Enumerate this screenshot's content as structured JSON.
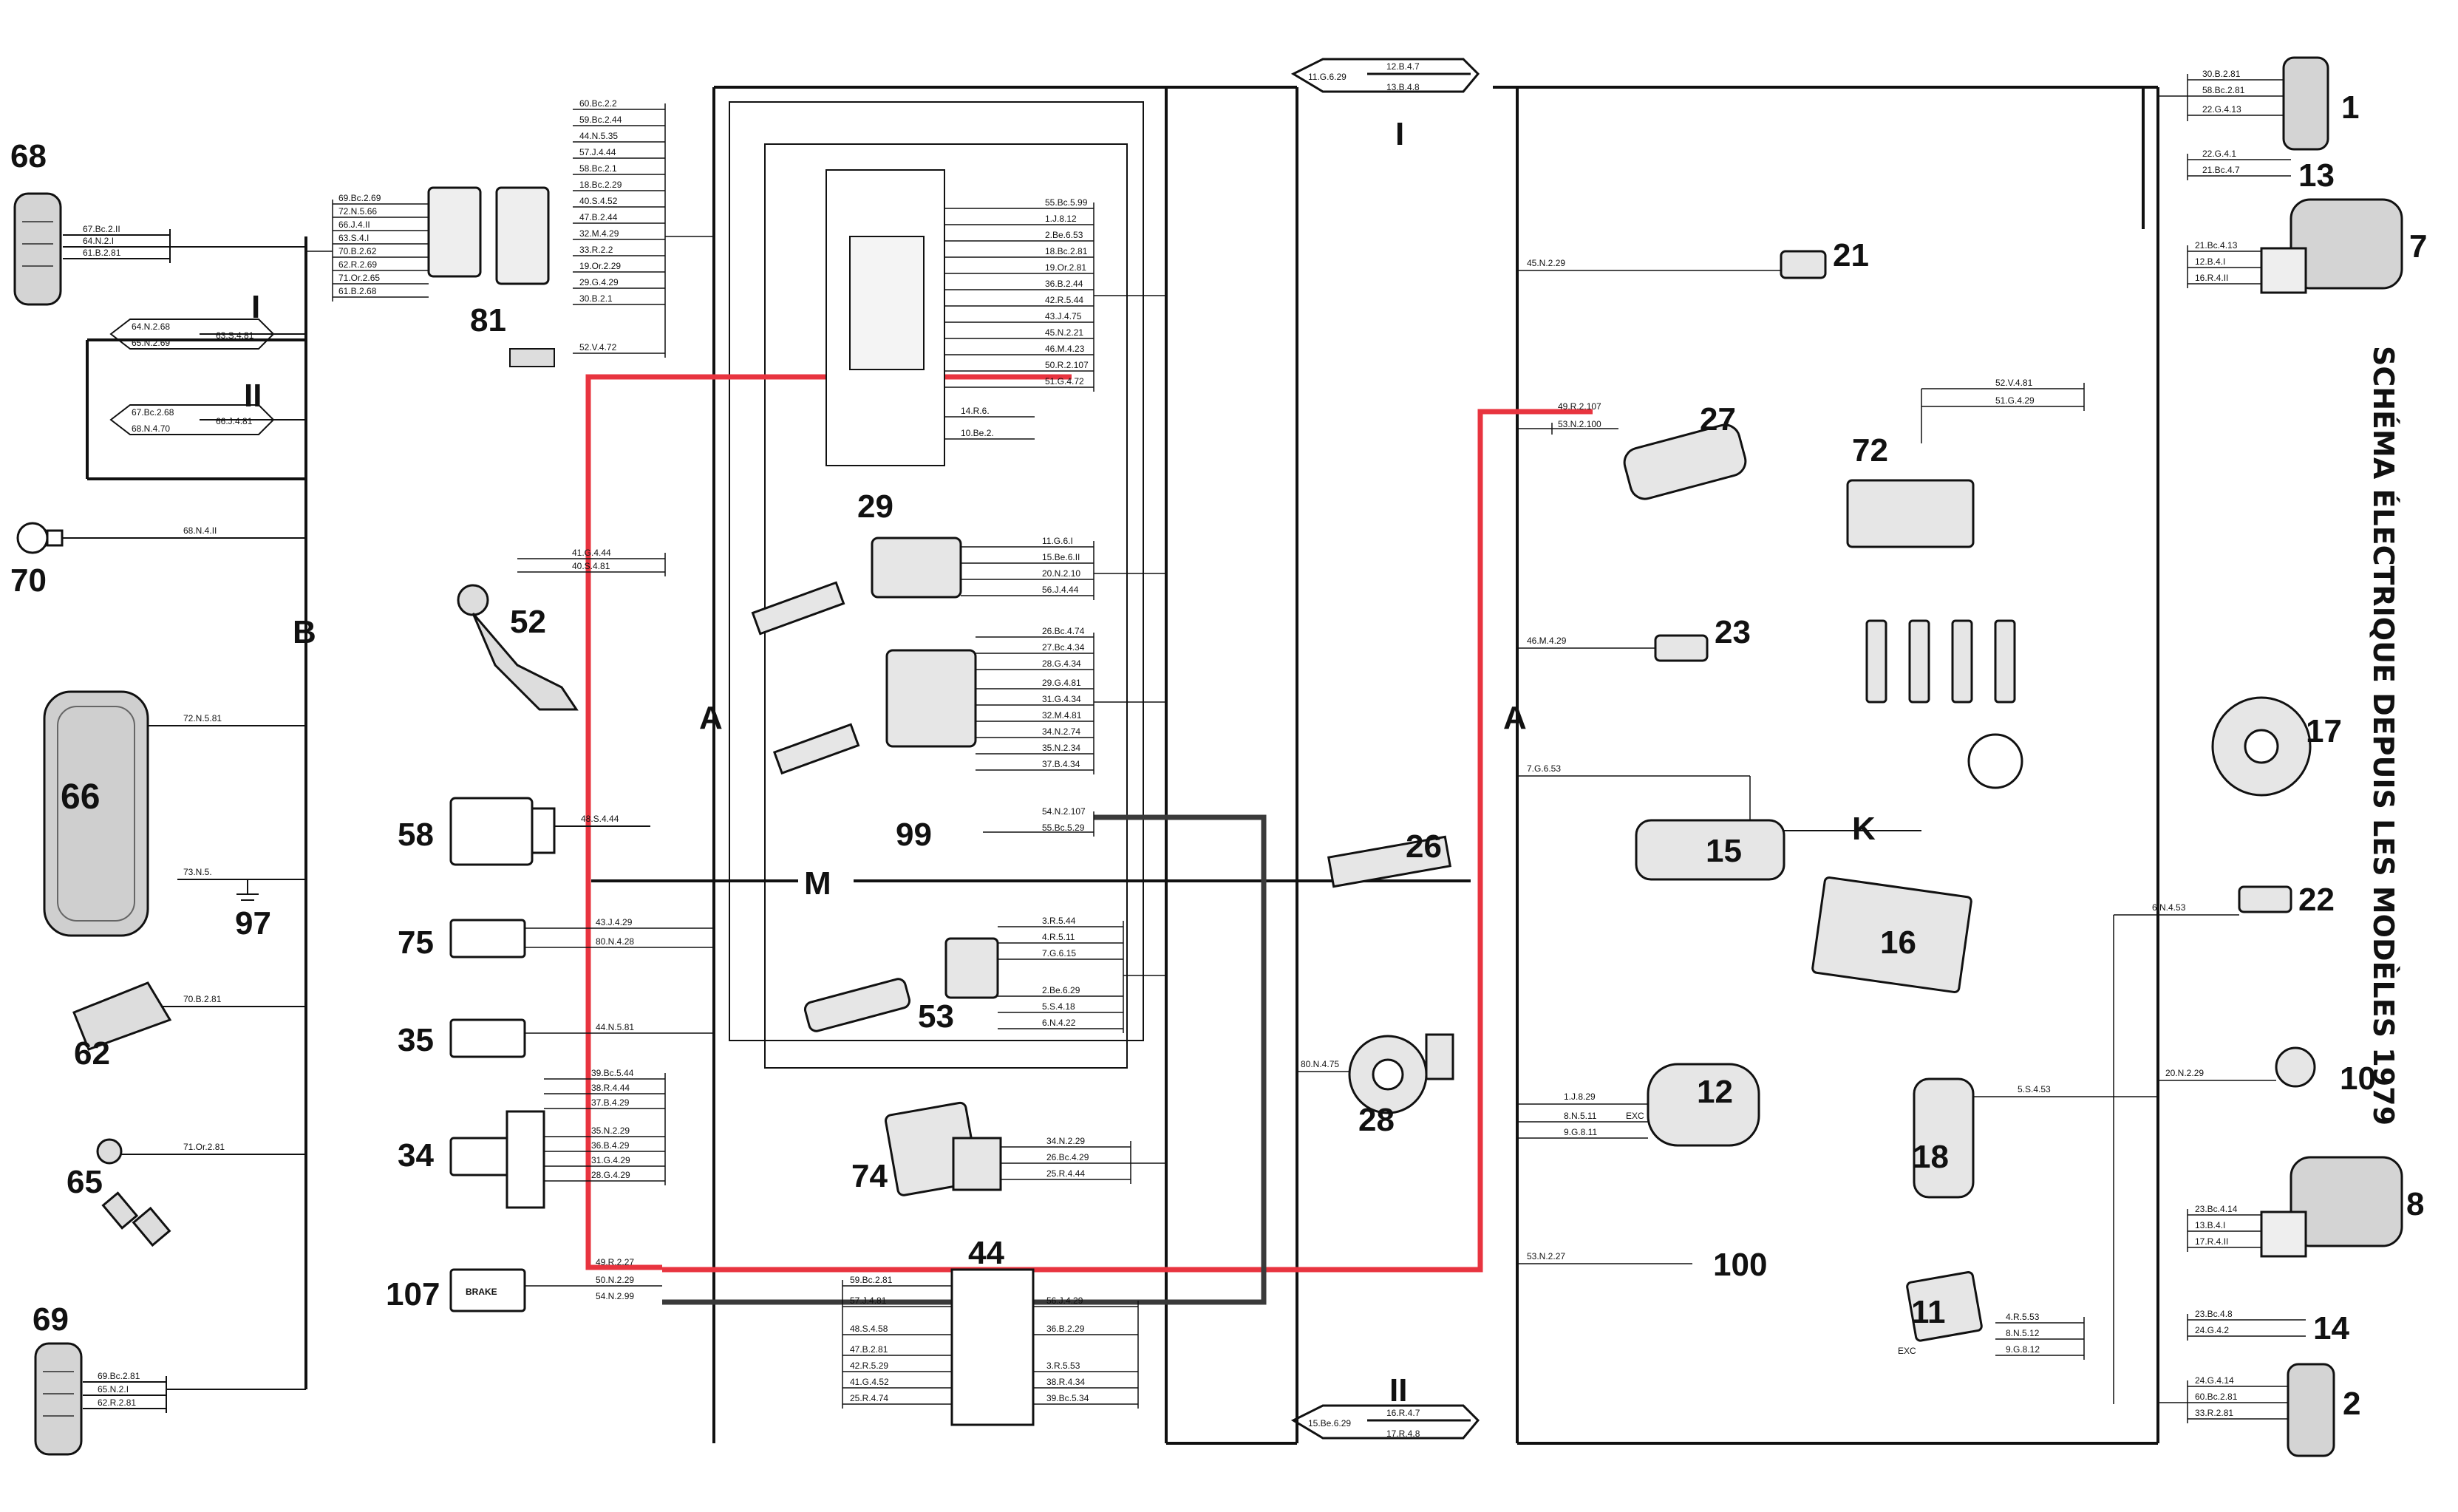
{
  "title": "SCHÉMA ÉLECTRIQUE DEPUIS LES MODÈLES 1979",
  "section_letters": {
    "I_top": "I",
    "II_bottom": "II",
    "A_left": "A",
    "A_right": "A",
    "B": "B",
    "M": "M",
    "K": "K",
    "I_left": "I",
    "II_left": "II"
  },
  "components": {
    "c1": "1",
    "c2": "2",
    "c7": "7",
    "c8": "8",
    "c10": "10",
    "c11": "11",
    "c12": "12",
    "c13": "13",
    "c14": "14",
    "c15": "15",
    "c16": "16",
    "c17": "17",
    "c18": "18",
    "c21": "21",
    "c22": "22",
    "c23": "23",
    "c26": "26",
    "c27": "27",
    "c28": "28",
    "c29": "29",
    "c34": "34",
    "c35": "35",
    "c44": "44",
    "c52": "52",
    "c53": "53",
    "c58": "58",
    "c62": "62",
    "c65": "65",
    "c66": "66",
    "c68": "68",
    "c69": "69",
    "c70": "70",
    "c72": "72",
    "c74": "74",
    "c75": "75",
    "c81": "81",
    "c97": "97",
    "c99": "99",
    "c100": "100",
    "c107": "107"
  },
  "brake_label": "BRAKE",
  "exc_label": "EXC",
  "wire_labels": {
    "w68a": "67.Bc.2.II",
    "w68b": "64.N.2.I",
    "w68c": "61.B.2.81",
    "wI1": "64.N.2.68",
    "wI2": "65.N.2.69",
    "wI3": "63.S.4.81",
    "wII1": "67.Bc.2.68",
    "wII2": "68.N.4.70",
    "wII3": "66.J.4.81",
    "w70": "68.N.4.II",
    "w66": "72.N.5.81",
    "w97": "73.N.5.",
    "w62": "70.B.2.81",
    "w65": "71.Or.2.81",
    "w69a": "69.Bc.2.81",
    "w69b": "65.N.2.I",
    "w69c": "62.R.2.81",
    "w81a": "69.Bc.2.69",
    "w81b": "72.N.5.66",
    "w81c": "66.J.4.II",
    "w81d": "63.S.4.I",
    "w81e": "70.B.2.62",
    "w81f": "62.R.2.69",
    "w81g": "71.Or.2.65",
    "w81h": "61.B.2.68",
    "w81r1": "60.Bc.2.2",
    "w81r2": "59.Bc.2.44",
    "w81r3": "44.N.5.35",
    "w81r4": "57.J.4.44",
    "w81r5": "58.Bc.2.1",
    "w81r6": "18.Bc.2.29",
    "w81r7": "40.S.4.52",
    "w81r8": "47.B.2.44",
    "w81r9": "32.M.4.29",
    "w81r10": "33.R.2.2",
    "w81r11": "19.Or.2.29",
    "w81r12": "29.G.4.29",
    "w81r13": "30.B.2.1",
    "w81r14": "52.V.4.72",
    "w52a": "41.G.4.44",
    "w52b": "40.S.4.81",
    "w58": "48.S.4.44",
    "w75a": "43.J.4.29",
    "w75b": "80.N.4.28",
    "w35": "44.N.5.81",
    "w34a": "39.Bc.5.44",
    "w34b": "38.R.4.44",
    "w34c": "37.B.4.29",
    "w34d": "35.N.2.29",
    "w34e": "36.B.4.29",
    "w34f": "31.G.4.29",
    "w34g": "28.G.4.29",
    "w107a": "49.R.2.27",
    "w107b": "50.N.2.29",
    "w107c": "54.N.2.99",
    "wi1": "55.Bc.5.99",
    "wi2": "1.J.8.12",
    "wi3": "2.Be.6.53",
    "wi4": "18.Bc.2.81",
    "wi5": "19.Or.2.81",
    "wi6": "36.B.2.44",
    "wi7": "42.R.5.44",
    "wi8": "43.J.4.75",
    "wi9": "45.N.2.21",
    "wi10": "46.M.4.23",
    "wi11": "50.R.2.107",
    "wi12": "51.G.4.72",
    "wi13": "14.R.6.",
    "wi14": "10.Be.2.",
    "w29a": "11.G.6.I",
    "w29b": "15.Be.6.II",
    "w29c": "20.N.2.10",
    "w29d": "56.J.4.44",
    "wsw1": "26.Bc.4.74",
    "wsw2": "27.Bc.4.34",
    "wsw3": "28.G.4.34",
    "wsw4": "29.G.4.81",
    "wsw5": "31.G.4.34",
    "wsw6": "32.M.4.81",
    "wsw7": "34.N.2.74",
    "wsw8": "35.N.2.34",
    "wsw9": "37.B.4.34",
    "w99a": "54.N.2.107",
    "w99b": "55.Bc.5.29",
    "w53a": "3.R.5.44",
    "w53b": "4.R.5.11",
    "w53c": "7.G.6.15",
    "w53d": "2.Be.6.29",
    "w53e": "5.S.4.18",
    "w53f": "6.N.4.22",
    "w74a": "34.N.2.29",
    "w74b": "26.Bc.4.29",
    "w74c": "25.R.4.44",
    "w28": "80.N.4.75",
    "w44a": "59.Bc.2.81",
    "w44b": "57.J.4.81",
    "w44c": "48.S.4.58",
    "w44d": "47.B.2.81",
    "w44e": "42.R.5.29",
    "w44f": "41.G.4.52",
    "w44g": "25.R.4.74",
    "w44h": "56.J.4.29",
    "w44i": "36.B.2.29",
    "w44j": "3.R.5.53",
    "w44k": "38.R.4.34",
    "w44l": "39.Bc.5.34",
    "wIt1": "11.G.6.29",
    "wIt2": "12.B.4.7",
    "wIt3": "13.B.4.8",
    "wIIb1": "15.Be.6.29",
    "wIIb2": "16.R.4.7",
    "wIIb3": "17.R.4.8",
    "w21": "45.N.2.29",
    "w27a": "49.R.2.107",
    "w27b": "53.N.2.100",
    "w23": "46.M.4.29",
    "w15": "7.G.6.53",
    "w12a": "1.J.8.29",
    "w12b": "8.N.5.11",
    "w12c": "9.G.8.11",
    "w100": "53.N.2.27",
    "w11a": "4.R.5.53",
    "w11b": "8.N.5.12",
    "w11c": "9.G.8.12",
    "w18": "5.S.4.53",
    "w22": "6.N.4.53",
    "w1a": "30.B.2.81",
    "w1b": "58.Bc.2.81",
    "w1c": "22.G.4.13",
    "w13a": "22.G.4.1",
    "w13b": "21.Bc.4.7",
    "w7a": "21.Bc.4.13",
    "w7b": "12.B.4.I",
    "w7c": "16.R.4.II",
    "w72a": "52.V.4.81",
    "w72b": "51.G.4.29",
    "w10": "20.N.2.29",
    "w8a": "23.Bc.4.14",
    "w8b": "13.B.4.I",
    "w8c": "17.R.4.II",
    "w14a": "23.Bc.4.8",
    "w14b": "24.G.4.2",
    "w2a": "24.G.4.14",
    "w2b": "60.Bc.2.81",
    "w2c": "33.R.2.81"
  },
  "colors": {
    "line": "#111111",
    "highlight_red": "#e8343f",
    "highlight_dark": "#3a3a3a",
    "background": "#ffffff"
  }
}
